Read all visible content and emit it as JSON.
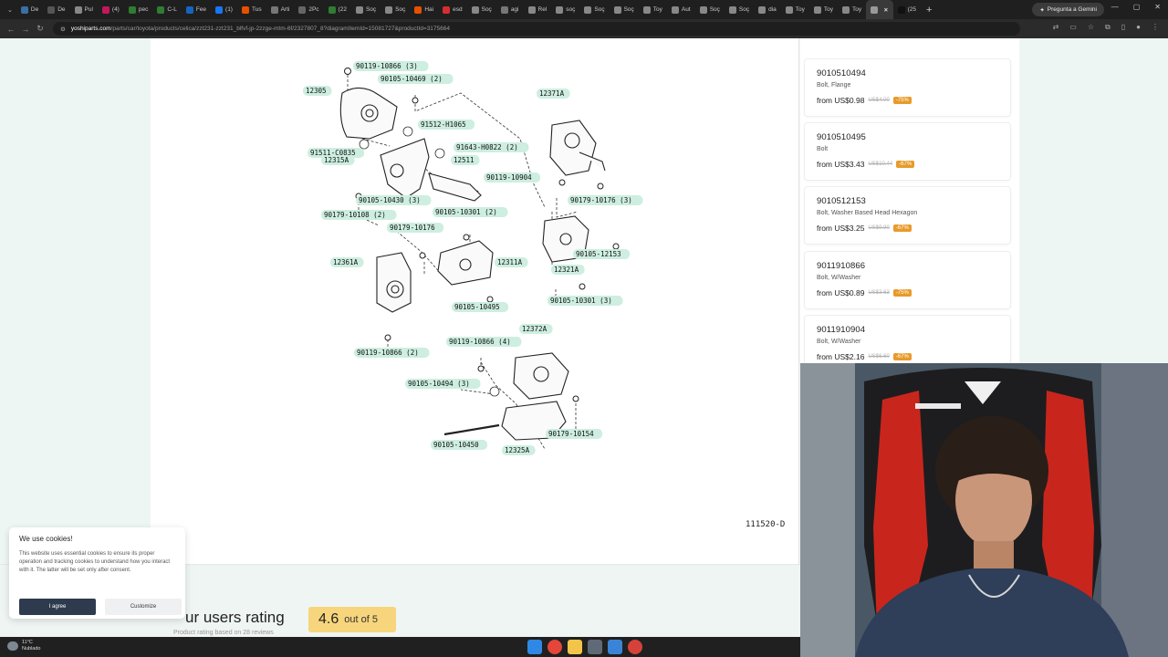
{
  "browser": {
    "tabs": [
      {
        "label": "De",
        "color": "#3b6ea5"
      },
      {
        "label": "De",
        "color": "#555555"
      },
      {
        "label": "Pul",
        "color": "#888888"
      },
      {
        "label": "(4)",
        "color": "#c2185b"
      },
      {
        "label": "pec",
        "color": "#2e7d32"
      },
      {
        "label": "C-L",
        "color": "#2e7d32"
      },
      {
        "label": "Fee",
        "color": "#1565c0"
      },
      {
        "label": "(1)",
        "color": "#1877f2"
      },
      {
        "label": "Tus",
        "color": "#e65100"
      },
      {
        "label": "Arti",
        "color": "#777777"
      },
      {
        "label": "2Pc",
        "color": "#666666"
      },
      {
        "label": "(22",
        "color": "#2e7d32"
      },
      {
        "label": "Soç",
        "color": "#888888"
      },
      {
        "label": "Soç",
        "color": "#888888"
      },
      {
        "label": "Hai",
        "color": "#e65100"
      },
      {
        "label": "esd",
        "color": "#d32f2f"
      },
      {
        "label": "Soç",
        "color": "#888888"
      },
      {
        "label": "agi",
        "color": "#777777"
      },
      {
        "label": "Rel",
        "color": "#888888"
      },
      {
        "label": "soç",
        "color": "#888888"
      },
      {
        "label": "Soç",
        "color": "#888888"
      },
      {
        "label": "Soç",
        "color": "#888888"
      },
      {
        "label": "Toy",
        "color": "#888888"
      },
      {
        "label": "Aut",
        "color": "#888888"
      },
      {
        "label": "Soç",
        "color": "#888888"
      },
      {
        "label": "Soç",
        "color": "#888888"
      },
      {
        "label": "dia",
        "color": "#888888"
      },
      {
        "label": "Toy",
        "color": "#888888"
      },
      {
        "label": "Toy",
        "color": "#888888"
      },
      {
        "label": "Toy",
        "color": "#888888"
      },
      {
        "label": "",
        "color": "#999999",
        "active": true
      },
      {
        "label": "(25",
        "color": "#111111"
      }
    ],
    "new_tab": "+",
    "gemini_label": "Pregunta a Gemini",
    "url_host": "yoshiparts.com",
    "url_path": "/parts/car/toyota/products/celica/zzt231-zzt231_blfvf-jp-2zzge-mtm-6f/2327807_8?diagramItemId=15081727&productId=3175664"
  },
  "diagram": {
    "id_label": "111520-D",
    "labels": [
      {
        "text": "90119-10866 (3)"
      },
      {
        "text": "90105-10469 (2)"
      },
      {
        "text": "12305"
      },
      {
        "text": "12371A"
      },
      {
        "text": "91512-H1065"
      },
      {
        "text": "91643-H0822 (2)"
      },
      {
        "text": "91511-C0835"
      },
      {
        "text": "12315A"
      },
      {
        "text": "12511"
      },
      {
        "text": "90119-10904"
      },
      {
        "text": "90105-10430 (3)"
      },
      {
        "text": "90179-10176 (3)"
      },
      {
        "text": "90179-10108 (2)"
      },
      {
        "text": "90105-10301 (2)"
      },
      {
        "text": "90179-10176"
      },
      {
        "text": "90105-12153"
      },
      {
        "text": "12361A"
      },
      {
        "text": "12311A"
      },
      {
        "text": "12321A"
      },
      {
        "text": "90105-10495"
      },
      {
        "text": "90105-10301 (3)"
      },
      {
        "text": "12372A"
      },
      {
        "text": "90119-10866 (2)"
      },
      {
        "text": "90119-10866 (4)"
      },
      {
        "text": "90105-10494 (3)"
      },
      {
        "text": "90179-10154"
      },
      {
        "text": "90105-10450"
      },
      {
        "text": "12325A"
      }
    ]
  },
  "parts": [
    {
      "number": "9010510494",
      "desc": "Bolt, Flange",
      "price": "from US$0.98",
      "old": "US$4.00",
      "disc": "-75%"
    },
    {
      "number": "9010510495",
      "desc": "Bolt",
      "price": "from US$3.43",
      "old": "US$10.44",
      "disc": "-67%"
    },
    {
      "number": "9010512153",
      "desc": "Bolt, Washer Based Head Hexagon",
      "price": "from US$3.25",
      "old": "US$9.90",
      "disc": "-67%"
    },
    {
      "number": "9011910866",
      "desc": "Bolt, W/Washer",
      "price": "from US$0.89",
      "old": "US$3.63",
      "disc": "-75%"
    },
    {
      "number": "9011910904",
      "desc": "Bolt, W/Washer",
      "price": "from US$2.16",
      "old": "US$6.60",
      "disc": "-67%"
    }
  ],
  "rating": {
    "title": "ur users rating",
    "score": "4.6",
    "out_of": "out of 5",
    "sub": "Product rating based on 28 reviews"
  },
  "cookie": {
    "title": "We use cookies!",
    "text": "This website uses essential cookies to ensure its proper operation and tracking cookies to understand how you interact with it. The latter will be set only after consent.",
    "agree": "I agree",
    "customize": "Customize"
  },
  "taskbar": {
    "temp": "11°C",
    "weather": "Nublado"
  },
  "colors": {
    "label_bg": "#cdeee0",
    "discount": "#e89a2a",
    "rating_badge": "#f7d57c",
    "agree_btn": "#2e3b4e"
  }
}
